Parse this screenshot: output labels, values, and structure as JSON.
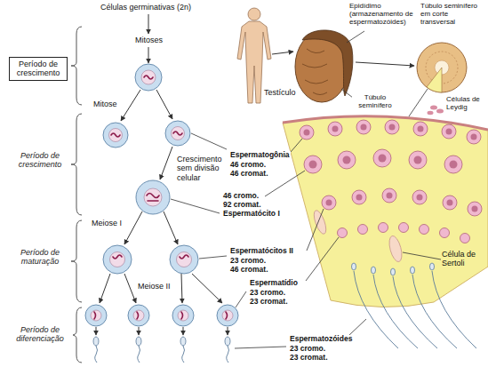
{
  "diagram": {
    "nodes": [
      {
        "text": [
          "Período de crescimento"
        ]
      }
    ],
    "labels": [
      "Células germinativas (2n)",
      "Mitoses",
      "Mitose",
      "Crescimento sem divisão celular",
      "Período de crescimento",
      "Espermatogônia",
      "46 cromo.",
      "46 cromat.",
      "46 cromo.",
      "92 cromat.",
      "Espermatócito I",
      "Meiose I",
      "Período de maturação",
      "Espermatócitos II",
      "23 cromo.",
      "46 cromat.",
      "Meiose II",
      "Espermatídio",
      "23 cromo.",
      "23 cromat.",
      "Período de diferenciação",
      "Espermatozóides",
      "23 cromo.",
      "23 cromat.",
      "Epidídimo (armazenamento de espermatozóides)",
      "Túbulo seminífero em corte transversal",
      "Testículo",
      "Túbulo seminífero",
      "Células de Leydig",
      "Célula de Sertoli"
    ]
  }
}
